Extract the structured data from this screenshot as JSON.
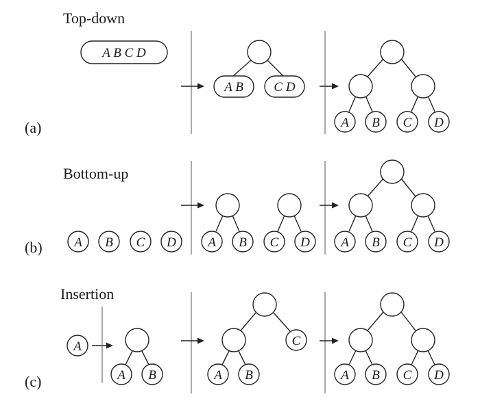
{
  "rows": [
    {
      "title": "Top-down",
      "label": "(a)",
      "steps": [
        {
          "items": [
            "A B C D"
          ]
        },
        {
          "items": [
            "A B",
            "C D"
          ]
        },
        {
          "items": [
            "A",
            "B",
            "C",
            "D"
          ]
        }
      ]
    },
    {
      "title": "Bottom-up",
      "label": "(b)",
      "steps": [
        {
          "items": [
            "A",
            "B",
            "C",
            "D"
          ]
        },
        {
          "items": [
            "A",
            "B",
            "C",
            "D"
          ]
        },
        {
          "items": [
            "A",
            "B",
            "C",
            "D"
          ]
        }
      ]
    },
    {
      "title": "Insertion",
      "label": "(c)",
      "steps": [
        {
          "items": [
            "A"
          ]
        },
        {
          "items": [
            "A",
            "B"
          ]
        },
        {
          "items": [
            "A",
            "B",
            "C"
          ]
        },
        {
          "items": [
            "A",
            "B",
            "C",
            "D"
          ]
        }
      ]
    }
  ]
}
